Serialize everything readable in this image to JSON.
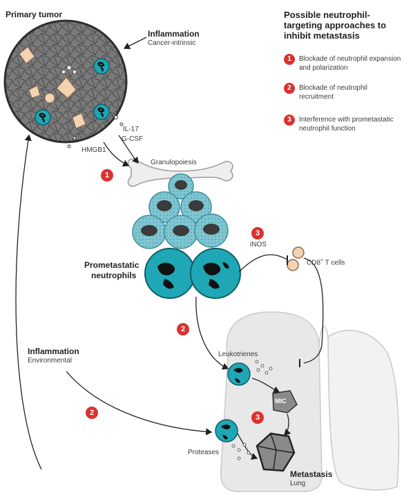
{
  "labels": {
    "primary_tumor": "Primary tumor",
    "inflammation_top": "Inflammation",
    "cancer_intrinsic": "Cancer-intrinsic",
    "il17": "IL-17",
    "gcsf": "G-CSF",
    "hmgb1": "HMGB1",
    "granulopoiesis": "Granulopoiesis",
    "prometastatic_line1": "Prometastatic",
    "prometastatic_line2": "neutrophils",
    "inos": "iNOS",
    "cd8_prefix": "CD8",
    "cd8_sup": "+",
    "cd8_suffix": " T cells",
    "leukotrienes": "Leukotrienes",
    "mic": "MIC",
    "proteases": "Proteases",
    "metastasis": "Metastasis",
    "lung": "Lung",
    "inflammation_left": "Inflammation",
    "environmental": "Environmental"
  },
  "legend": {
    "title": "Possible neutrophil-targeting approaches to inhibit metastasis",
    "items": [
      {
        "num": "1",
        "text": "Blockade of neutrophil expansion and polarization"
      },
      {
        "num": "2",
        "text": "Blockade of neutrophil recruitment"
      },
      {
        "num": "3",
        "text": "Interference with prometastatic neutrophil function"
      }
    ]
  },
  "badges": {
    "granulopoiesis": "1",
    "recruitment_center": "2",
    "recruitment_left": "2",
    "inos": "3",
    "lung": "3"
  },
  "colors": {
    "badge": "#d9322e",
    "neutrophil_teal": "#1fa7b5",
    "progenitor_light": "#a9dbe3",
    "tumor_gray": "#6d6d6d",
    "lung_gray": "#e6e6e6"
  }
}
